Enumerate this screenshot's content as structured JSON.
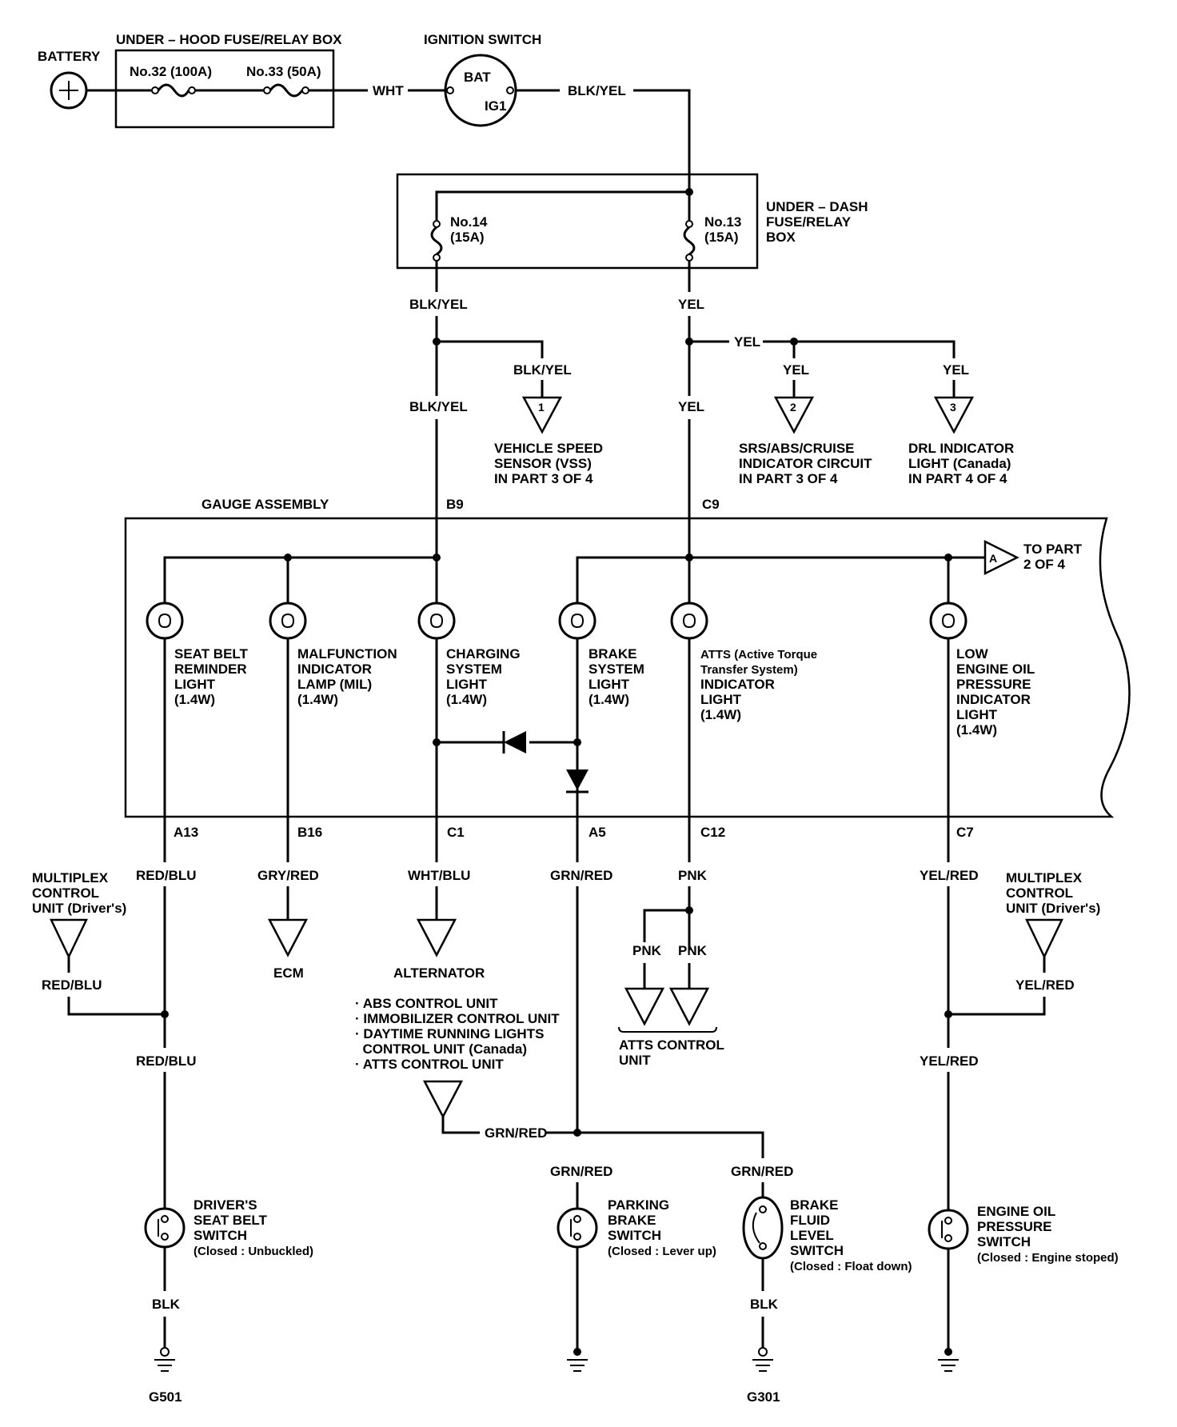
{
  "power": {
    "battery": "BATTERY",
    "underhood_title": "UNDER – HOOD FUSE/RELAY BOX",
    "fuse32": "No.32 (100A)",
    "fuse33": "No.33 (50A)",
    "wire_wht": "WHT",
    "ignition_title": "IGNITION SWITCH",
    "ign_bat": "BAT",
    "ign_ig1": "IG1",
    "wire_ign_out": "BLK/YEL"
  },
  "underdash": {
    "title_lines": [
      "UNDER – DASH",
      "FUSE/RELAY",
      "BOX"
    ],
    "fuse14": [
      "No.14",
      "(15A)"
    ],
    "fuse13": [
      "No.13",
      "(15A)"
    ],
    "wire_14_out": "BLK/YEL",
    "wire_13_out": "YEL"
  },
  "refs": {
    "wire_vss": "BLK/YEL",
    "ref1_num": "1",
    "ref1_lines": [
      "VEHICLE SPEED",
      "SENSOR (VSS)",
      "IN PART 3 OF 4"
    ],
    "wire_yel_branch": "YEL",
    "wire_ref2": "YEL",
    "ref2_num": "2",
    "ref2_lines": [
      "SRS/ABS/CRUISE",
      "INDICATOR CIRCUIT",
      "IN PART 3 OF 4"
    ],
    "wire_ref3": "YEL",
    "ref3_num": "3",
    "ref3_lines": [
      "DRL INDICATOR",
      "LIGHT (Canada)",
      "IN PART 4 OF 4"
    ],
    "wire_b9_above": "BLK/YEL",
    "wire_c9_above": "YEL"
  },
  "gauge": {
    "title": "GAUGE ASSEMBLY",
    "pin_b9": "B9",
    "pin_c9": "C9",
    "to_part_letter": "A",
    "to_part_lines": [
      "TO PART",
      "2 OF 4"
    ],
    "lights": {
      "seatbelt": [
        "SEAT BELT",
        "REMINDER",
        "LIGHT",
        "(1.4W)"
      ],
      "mil": [
        "MALFUNCTION",
        "INDICATOR",
        "LAMP (MIL)",
        "(1.4W)"
      ],
      "charging": [
        "CHARGING",
        "SYSTEM",
        "LIGHT",
        "(1.4W)"
      ],
      "brake": [
        "BRAKE",
        "SYSTEM",
        "LIGHT",
        "(1.4W)"
      ],
      "atts": [
        "ATTS (Active Torque",
        "Transfer System)",
        "INDICATOR",
        "LIGHT",
        "(1.4W)"
      ],
      "oil": [
        "LOW",
        "ENGINE OIL",
        "PRESSURE",
        "INDICATOR",
        "LIGHT",
        "(1.4W)"
      ]
    },
    "pins_bottom": {
      "a13": "A13",
      "b16": "B16",
      "c1": "C1",
      "a5": "A5",
      "c12": "C12",
      "c7": "C7"
    }
  },
  "lower": {
    "wire_a13": "RED/BLU",
    "wire_b16": "GRY/RED",
    "wire_c1": "WHT/BLU",
    "wire_a5": "GRN/RED",
    "wire_c12": "PNK",
    "wire_c7": "YEL/RED",
    "mpx_left_lines": [
      "MULTIPLEX",
      "CONTROL",
      "UNIT (Driver's)"
    ],
    "mpx_left_wire": "RED/BLU",
    "wire_a13_lower": "RED/BLU",
    "ecm": "ECM",
    "alternator": "ALTERNATOR",
    "abs_list": [
      "· ABS CONTROL UNIT",
      "· IMMOBILIZER CONTROL UNIT",
      "· DAYTIME RUNNING LIGHTS",
      "  CONTROL UNIT (Canada)",
      "· ATTS CONTROL UNIT"
    ],
    "wire_abs": "GRN/RED",
    "atts_pnk_left": "PNK",
    "atts_pnk_right": "PNK",
    "atts_unit_lines": [
      "ATTS CONTROL",
      "UNIT"
    ],
    "mpx_right_lines": [
      "MULTIPLEX",
      "CONTROL",
      "UNIT (Driver's)"
    ],
    "mpx_right_wire": "YEL/RED",
    "wire_c7_lower": "YEL/RED",
    "wire_parking": "GRN/RED",
    "wire_fluid": "GRN/RED"
  },
  "switches": {
    "seatbelt_lines": [
      "DRIVER'S",
      "SEAT BELT",
      "SWITCH",
      "(Closed : Unbuckled)"
    ],
    "parking_lines": [
      "PARKING",
      "BRAKE",
      "SWITCH",
      "(Closed : Lever up)"
    ],
    "fluid_lines": [
      "BRAKE",
      "FLUID",
      "LEVEL",
      "SWITCH",
      "(Closed : Float down)"
    ],
    "oil_lines": [
      "ENGINE OIL",
      "PRESSURE",
      "SWITCH",
      "(Closed : Engine stoped)"
    ],
    "wire_seatbelt_gnd": "BLK",
    "wire_fluid_gnd": "BLK",
    "g501": "G501",
    "g301": "G301"
  }
}
